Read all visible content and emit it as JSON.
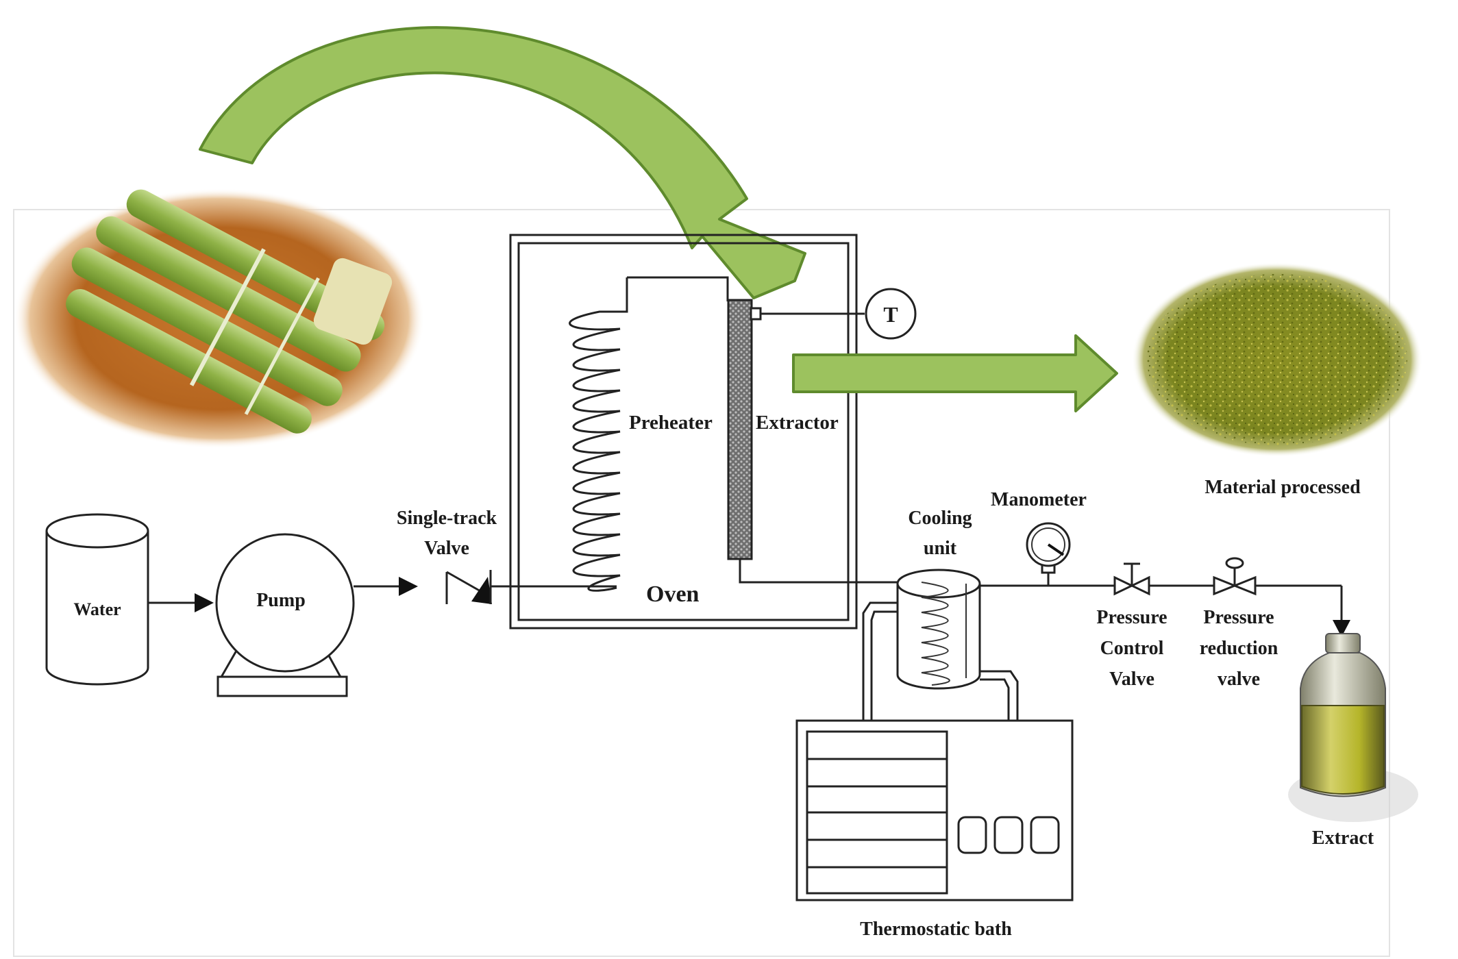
{
  "labels": {
    "water": "Water",
    "pump": "Pump",
    "valve_line1": "Single-track",
    "valve_line2": "Valve",
    "preheater": "Preheater",
    "extractor": "Extractor",
    "oven": "Oven",
    "t_sensor": "T",
    "cooling_line1": "Cooling",
    "cooling_line2": "unit",
    "manometer": "Manometer",
    "pcv_line1": "Pressure",
    "pcv_line2": "Control",
    "pcv_line3": "Valve",
    "prv_line1": "Pressure",
    "prv_line2": "reduction",
    "prv_line3": "valve",
    "material": "Material processed",
    "extract": "Extract",
    "bath": "Thermostatic bath"
  },
  "images": {
    "raw_material": "asparagus-stalks-photo",
    "powder": "green-powder-photo",
    "extract_bottle": "extract-bottle-photo"
  },
  "colors": {
    "arrow_fill": "#9cc25e",
    "arrow_stroke": "#5f8b2d",
    "line": "#222222",
    "extractor_fill": "#7a7a7a",
    "powder": "#8a8f22",
    "liquid": "#b5b52a"
  }
}
